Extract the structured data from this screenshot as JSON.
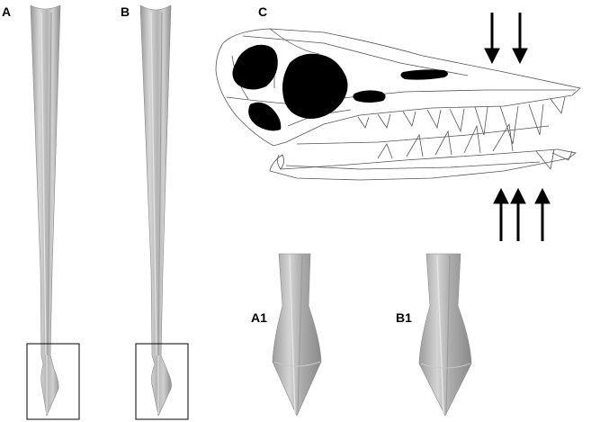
{
  "figure": {
    "panels": [
      {
        "id": "A",
        "label": "A"
      },
      {
        "id": "B",
        "label": "B"
      },
      {
        "id": "C",
        "label": "C"
      },
      {
        "id": "A1",
        "label": "A1"
      },
      {
        "id": "B1",
        "label": "B1"
      }
    ]
  },
  "colors": {
    "rod_fill": "#b9b9b9",
    "rod_light": "#d8d8d8",
    "rod_dark": "#8f8f8f",
    "outline": "#000000",
    "skull_line": "#555555",
    "fenestra": "#000000"
  }
}
